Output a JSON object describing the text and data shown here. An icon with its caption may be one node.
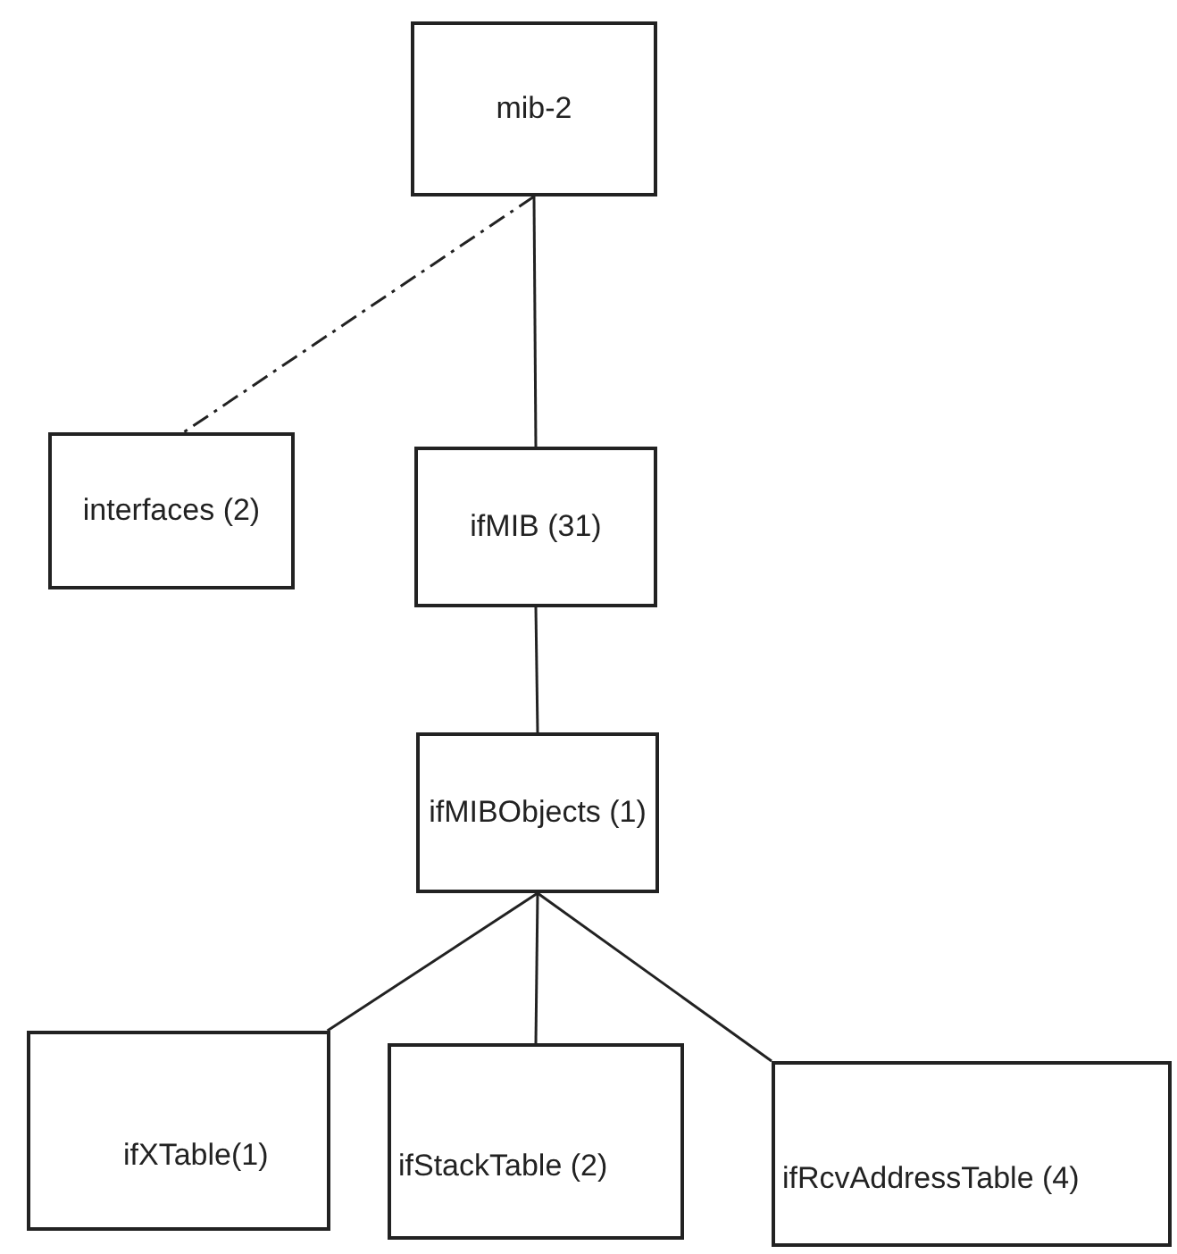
{
  "diagram": {
    "nodes": [
      {
        "text": [
          "mib-2"
        ]
      },
      {
        "text": [
          "interfaces (2)"
        ]
      },
      {
        "text": [
          "ifMIB (31)"
        ]
      },
      {
        "text": [
          "ifMIBObjects (1)"
        ]
      },
      {
        "text": [
          "ifXTable(1)"
        ]
      },
      {
        "text": [
          "ifStackTable (2)"
        ]
      },
      {
        "text": [
          "ifRcvAddressTable (4)"
        ]
      }
    ],
    "edges": [
      {
        "from": 0,
        "to": 1,
        "arrow": "none",
        "style": "dashed"
      },
      {
        "from": 0,
        "to": 2,
        "arrow": "none"
      },
      {
        "from": 2,
        "to": 3,
        "arrow": "none"
      },
      {
        "from": 3,
        "to": 4,
        "arrow": "none"
      },
      {
        "from": 3,
        "to": 5,
        "arrow": "none"
      },
      {
        "from": 3,
        "to": 6,
        "arrow": "none"
      }
    ]
  }
}
